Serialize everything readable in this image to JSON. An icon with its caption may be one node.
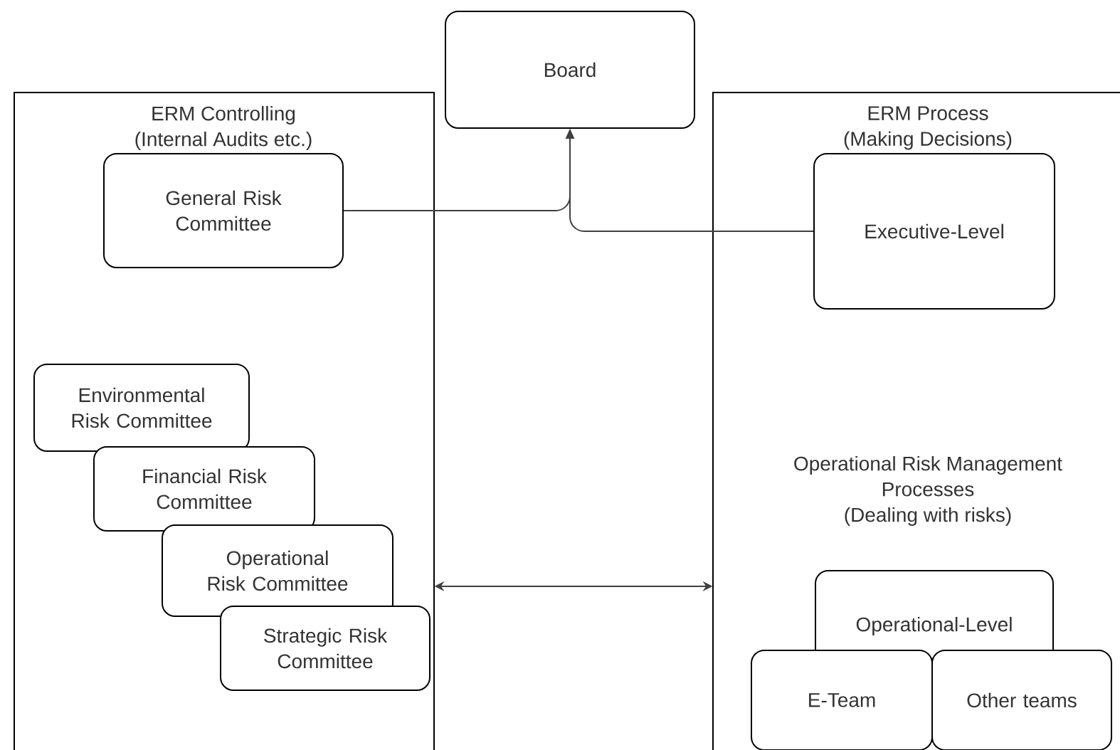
{
  "diagram": {
    "nodes": [
      {
        "text": [
          "ERM Controlling (Internal Audits etc.)"
        ]
      },
      {
        "text": [
          "Board"
        ]
      },
      {
        "text": [
          "ERM Process (Making Decisions)",
          "Operational Risk Management Processes (Dealing with risks)"
        ]
      },
      {
        "text": [
          "General Risk Committee"
        ],
        "in": 0
      },
      {
        "text": [
          "Executive-Level"
        ],
        "in": 2
      },
      {
        "text": [
          "Environmental Risk Committee"
        ],
        "in": 0
      },
      {
        "text": [
          "Financial Risk Committee"
        ],
        "in": 0
      },
      {
        "text": [
          "Operational Risk Committee"
        ],
        "in": 0
      },
      {
        "text": [
          "Strategic Risk Committee"
        ],
        "in": 0
      },
      {
        "text": [
          "Operational-Level"
        ],
        "in": 2
      },
      {
        "text": [
          "E-Team"
        ],
        "in": 2
      },
      {
        "text": [
          "Other teams"
        ],
        "in": 2
      }
    ],
    "edges": [
      {
        "from": 3,
        "to": 1,
        "arrow": "to"
      },
      {
        "from": 4,
        "to": 1,
        "arrow": "to"
      },
      {
        "from": 0,
        "to": 2,
        "arrow": "both"
      }
    ]
  }
}
